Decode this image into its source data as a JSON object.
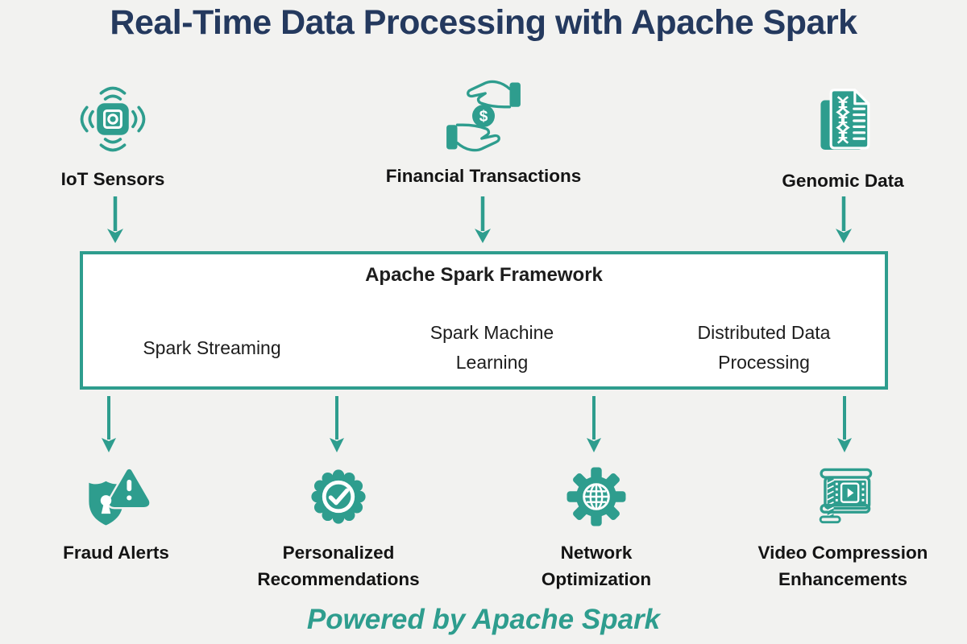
{
  "colors": {
    "teal": "#2E9D8E",
    "navy": "#24395E",
    "background": "#F2F2F0",
    "text": "#141414",
    "box_background": "#FFFFFF"
  },
  "title": "Real-Time Data Processing with Apache Spark",
  "sources": [
    {
      "label": "IoT Sensors",
      "icon": "iot-sensor-icon"
    },
    {
      "label": "Financial Transactions",
      "icon": "hands-dollar-icon"
    },
    {
      "label": "Genomic Data",
      "icon": "dna-document-icon"
    }
  ],
  "framework": {
    "title": "Apache Spark Framework",
    "components": [
      {
        "label": "Spark Streaming"
      },
      {
        "label": "Spark Machine Learning"
      },
      {
        "label": "Distributed Data Processing"
      }
    ]
  },
  "outputs": [
    {
      "label": "Fraud Alerts",
      "icon": "shield-alert-icon"
    },
    {
      "label": "Personalized Recommendations",
      "icon": "badge-check-icon"
    },
    {
      "label": "Network Optimization",
      "icon": "gear-globe-icon"
    },
    {
      "label": "Video Compression Enhancements",
      "icon": "video-compress-icon"
    }
  ],
  "footer": "Powered by Apache Spark"
}
